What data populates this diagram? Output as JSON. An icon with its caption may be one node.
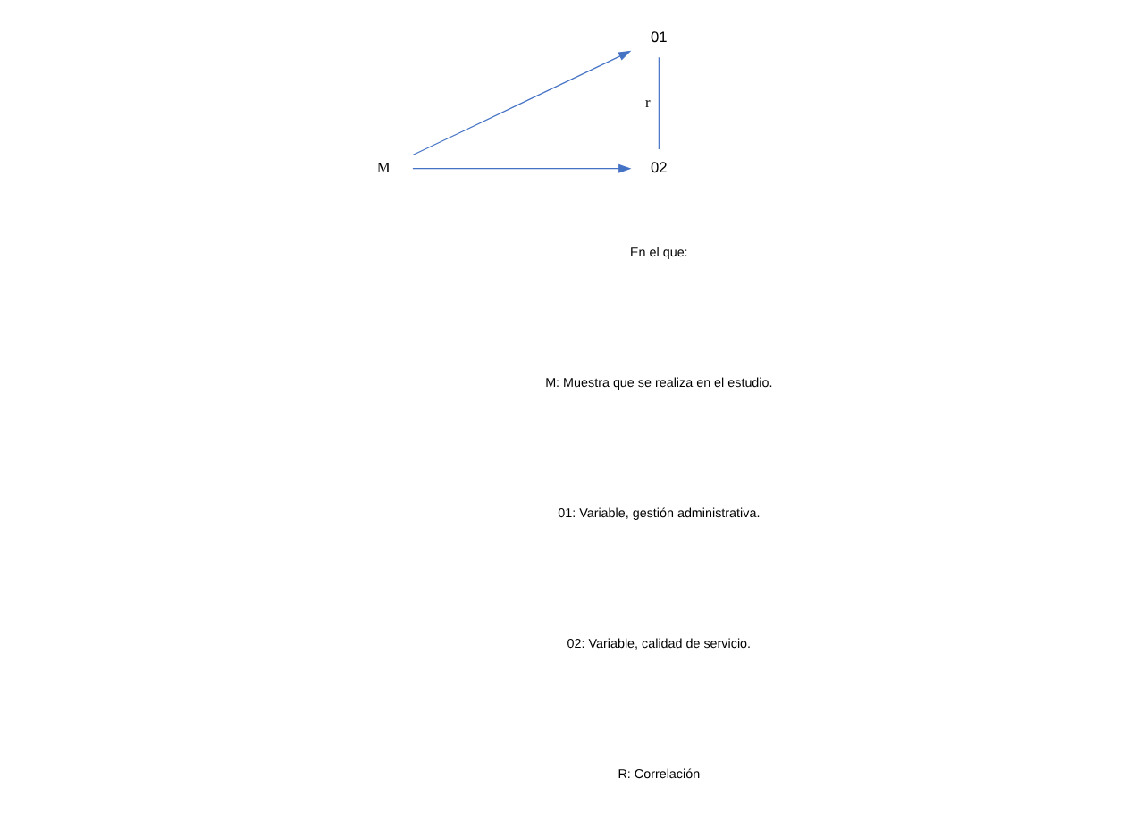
{
  "diagram": {
    "nodes": [
      {
        "text": [
          "M"
        ]
      },
      {
        "text": [
          "01"
        ]
      },
      {
        "text": [
          "02"
        ]
      }
    ],
    "edges": [
      {
        "from": 0,
        "to": 1,
        "arrow": "to"
      },
      {
        "from": 0,
        "to": 2,
        "arrow": "to"
      },
      {
        "from": 1,
        "to": 2,
        "arrow": "none",
        "label": "r"
      }
    ],
    "labels": [
      "En el que:",
      "M: Muestra que se realiza en el estudio.",
      "01: Variable, gestión administrativa.",
      "02: Variable, calidad de servicio.",
      "R: Correlación"
    ]
  }
}
